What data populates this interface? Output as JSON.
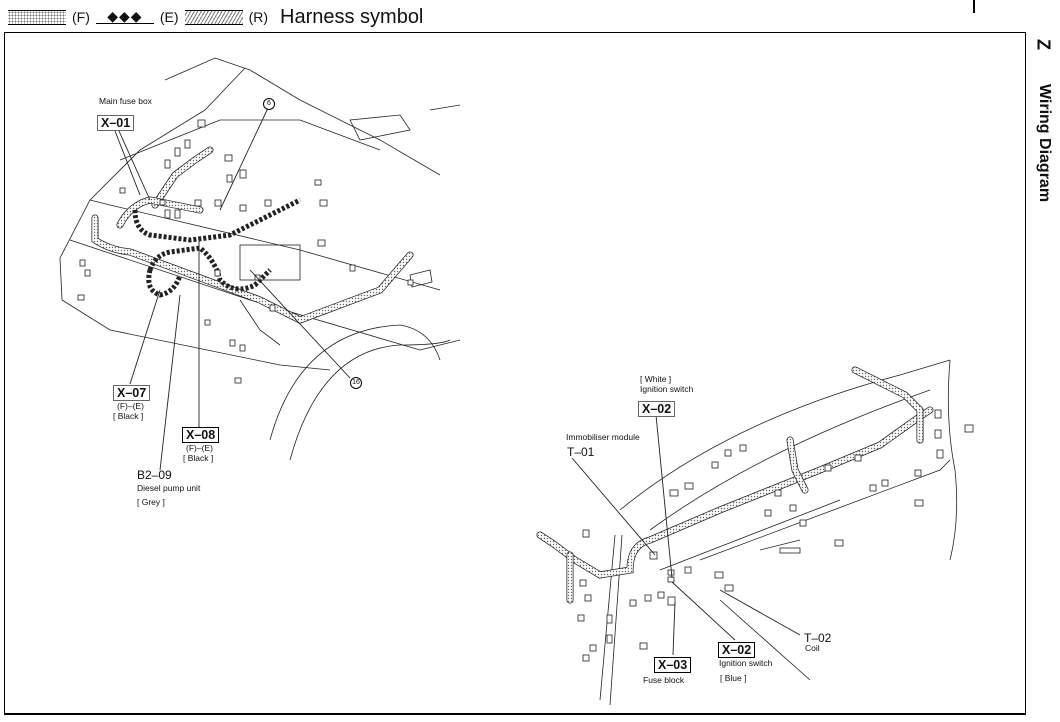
{
  "legend": {
    "items": [
      {
        "symbol": "dotted-fill-bar",
        "code": "(F)"
      },
      {
        "symbol": "diamond-bar",
        "glyph": "◆◆◆",
        "code": "(E)"
      },
      {
        "symbol": "hatched-bar",
        "code": "(R)"
      }
    ],
    "title": "Harness symbol"
  },
  "side_tab": {
    "letter": "Z",
    "title": "Wiring Diagram"
  },
  "engine_bay": {
    "main_fuse_box": {
      "caption": "Main fuse box",
      "code": "X–01"
    },
    "callouts": [
      {
        "number": "6"
      },
      {
        "number": "16"
      }
    ],
    "x07": {
      "code": "X–07",
      "harness": "(F)–(E)",
      "color": "[ Black ]"
    },
    "x08": {
      "code": "X–08",
      "harness": "(F)–(E)",
      "color": "[ Black ]"
    },
    "b209": {
      "code": "B2–09",
      "caption": "Diesel pump unit",
      "color": "[ Grey ]"
    }
  },
  "dashboard": {
    "ignition_white": {
      "color": "[ White ]",
      "caption": "Ignition switch",
      "code": "X–02"
    },
    "immobiliser": {
      "caption": "Immobiliser module",
      "code": "T–01"
    },
    "fuse_block": {
      "code": "X–03",
      "caption": "Fuse block"
    },
    "ignition_blue": {
      "code": "X–02",
      "caption": "Ignition switch",
      "color": "[ Blue ]"
    },
    "coil": {
      "code": "T–02",
      "caption": "Coil"
    }
  }
}
